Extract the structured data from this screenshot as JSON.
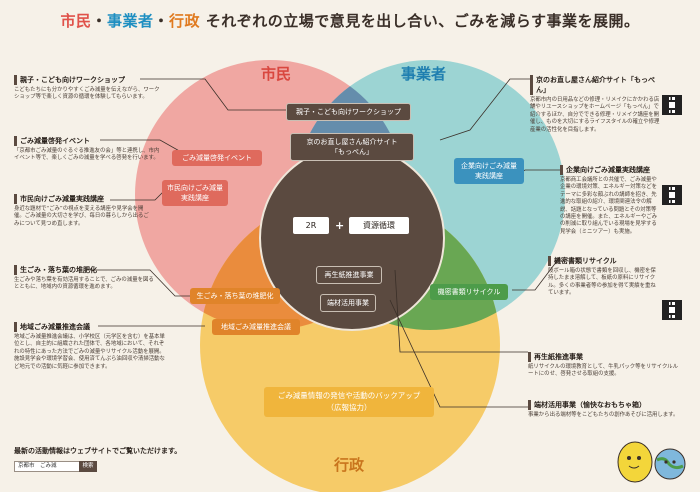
{
  "headline": {
    "part1": "市民",
    "sep1": "・",
    "part2": "事業者",
    "sep2": "・",
    "part3": "行政",
    "rest": " それぞれの立場で意見を出し合い、ごみを減らす事業を展開。"
  },
  "circles": {
    "citizen": {
      "label": "市民",
      "color": "#ef9a95"
    },
    "business": {
      "label": "事業者",
      "color": "#8ccfcf"
    },
    "admin": {
      "label": "行政",
      "color": "#f6c65a"
    },
    "core_color": "#5b4a40"
  },
  "center": {
    "left": "2R",
    "plus": "+",
    "right": "資源循環"
  },
  "pills": {
    "workshop": "親子・こども向けワークショップ",
    "mottainai_1": "京のお直し屋さん紹介サイト",
    "mottainai_2": "「もっぺん」",
    "awareness": "ごみ減量啓発イベント",
    "citizen_course_1": "市民向けごみ減量",
    "citizen_course_2": "実践講座",
    "corp_course_1": "企業向けごみ減量",
    "corp_course_2": "実践講座",
    "leaves": "生ごみ・落ち葉の堆肥化",
    "regional": "地域ごみ減量推進会議",
    "secret_docs": "機密書類リサイクル",
    "recycled_paper": "再生紙推進事業",
    "offcuts": "端材活用事業",
    "info_1": "ごみ減量情報の発信や活動のバックアップ",
    "info_2": "（広報協力）"
  },
  "left_blocks": [
    {
      "title": "親子・こども向けワークショップ",
      "body": "こどもたちにも分かりやすくごみ減量を伝えながら、ワークショップ等で楽しく資源の循環を体験してもらいます。"
    },
    {
      "title": "ごみ減量啓発イベント",
      "body": "「京都市ごみ減量のぐるぐる推進友の会」等と連携し、市内イベント等で、楽しくごみの減量を学べる啓発を行います。"
    },
    {
      "title": "市民向けごみ減量実践講座",
      "body": "身近な題材で“ごみ”の視点を変える講座や見学会を開催。ごみ減量の大切さを学び、毎日の暮らしから出るごみについて見つめ直します。"
    },
    {
      "title": "生ごみ・落ち葉の堆肥化",
      "body": "生ごみや落ち葉を有効活用することで、ごみの減量を図るとともに、地域内の資源循環を進めます。"
    },
    {
      "title": "地域ごみ減量推進会議",
      "body": "地域ごみ減量推進会議は、小学校区（元学区を含む）を基本単位とし、自主的に組織された団体で、各地域において、それぞれの特性にあった方法でごみの減量やリサイクル活動を展開。施設見学会や環境学習会、使用済てんぷら油回収や清掃活動など地元での活動に気軽に参加できます。"
    }
  ],
  "right_blocks": [
    {
      "title": "京のお直し屋さん紹介サイト「もっぺん」",
      "body": "京都市内の日用品などの修理・リメイクにかかわる店舗やリユースショップをホームページ「もっぺん」で紹介するほか、自分でできる修理・リメイク講座を開催し、ものを大切にするライフスタイルの確立や修理産業の活性化を目指します。"
    },
    {
      "title": "企業向けごみ減量実践講座",
      "body": "京都商工会議所との共催で、ごみ減量や企業の環境対策、エネルギー対策などをテーマに多彩な顔ぶれの講師を招き、先進的な取組の紹介、環境関連法令の解説、話題となっている問題とその対策等の講座を開催。また、エネルギーやごみの削減に取り組んでいる現場を見学する見学会（ミニツアー）も実施。"
    },
    {
      "title": "機密書類リサイクル",
      "body": "段ボール箱の状態で書類を回収し、機密を保持したまま溶解して、板紙の原料にリサイクル。多くの事業者等の参加を得て実績を重ねています。"
    },
    {
      "title": "再生紙推進事業",
      "body": "紙リサイクルの環境教育として、牛乳パック等をリサイクルルートにのせ、啓発させる取組の支援。"
    },
    {
      "title": "端材活用事業（愉快なおもちゃ箱）",
      "body": "事業から出る端材等をこどもたちの創作あそびに活用します。"
    }
  ],
  "footer": {
    "note": "最新の活動情報はウェブサイトでご覧いただけます。",
    "search_text": "京都市　ごみ減",
    "search_button": "検索"
  }
}
